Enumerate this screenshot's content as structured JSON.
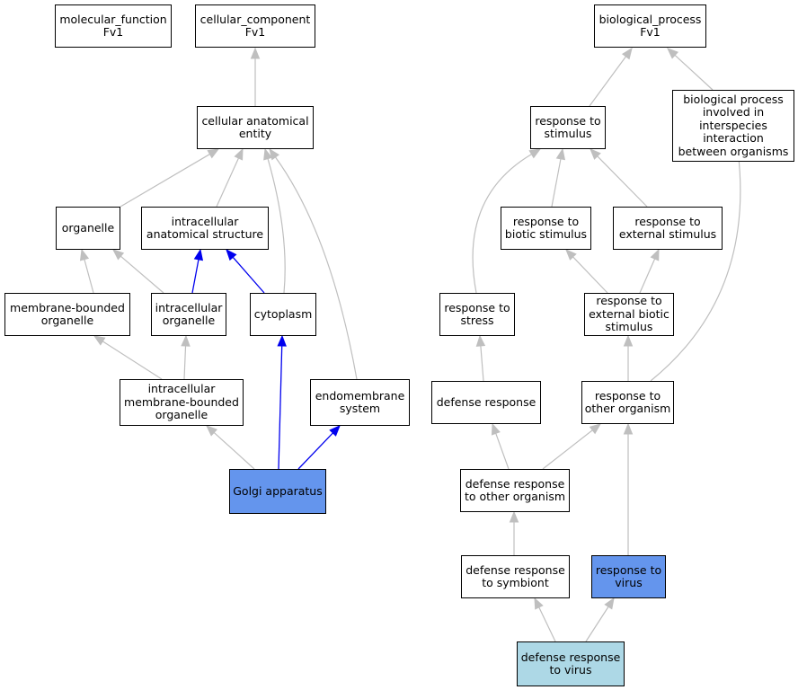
{
  "colors": {
    "edge_default": "#bfbfbf",
    "edge_highlight": "#0000ee",
    "node_default": "#ffffff",
    "node_selected": "#6495ed",
    "node_query": "#add8e6"
  },
  "nodes": {
    "mf": {
      "label": "molecular_function\nFv1"
    },
    "cc": {
      "label": "cellular_component\nFv1"
    },
    "bp": {
      "label": "biological_process\nFv1"
    },
    "cae": {
      "label": "cellular anatomical\nentity"
    },
    "org": {
      "label": "organelle"
    },
    "ias": {
      "label": "intracellular\nanatomical structure"
    },
    "mbo": {
      "label": "membrane-bounded\norganelle"
    },
    "io": {
      "label": "intracellular\norganelle"
    },
    "cyt": {
      "label": "cytoplasm"
    },
    "imbo": {
      "label": "intracellular\nmembrane-bounded\norganelle"
    },
    "ems": {
      "label": "endomembrane\nsystem"
    },
    "golgi": {
      "label": "Golgi apparatus",
      "fill": "selected"
    },
    "rts": {
      "label": "response to\nstimulus"
    },
    "bpii": {
      "label": "biological process\ninvolved in\ninterspecies\ninteraction\nbetween organisms"
    },
    "rtbs": {
      "label": "response to\nbiotic stimulus"
    },
    "rtes": {
      "label": "response to\nexternal stimulus"
    },
    "rtst": {
      "label": "response to\nstress"
    },
    "rtebs": {
      "label": "response to\nexternal biotic\nstimulus"
    },
    "dr": {
      "label": "defense response"
    },
    "rtoo": {
      "label": "response to\nother organism"
    },
    "drtoo": {
      "label": "defense response\nto other organism"
    },
    "drts": {
      "label": "defense response\nto symbiont"
    },
    "rtv": {
      "label": "response to\nvirus",
      "fill": "selected"
    },
    "drtv": {
      "label": "defense response\nto virus",
      "fill": "query"
    }
  },
  "edges": [
    {
      "from": "cae",
      "to": "cc",
      "kind": "default"
    },
    {
      "from": "org",
      "to": "cae",
      "kind": "default"
    },
    {
      "from": "ias",
      "to": "cae",
      "kind": "default"
    },
    {
      "from": "cyt",
      "to": "cae",
      "kind": "default"
    },
    {
      "from": "ems",
      "to": "cae",
      "kind": "default"
    },
    {
      "from": "mbo",
      "to": "org",
      "kind": "default"
    },
    {
      "from": "io",
      "to": "org",
      "kind": "default"
    },
    {
      "from": "io",
      "to": "ias",
      "kind": "highlight"
    },
    {
      "from": "cyt",
      "to": "ias",
      "kind": "highlight"
    },
    {
      "from": "imbo",
      "to": "mbo",
      "kind": "default"
    },
    {
      "from": "imbo",
      "to": "io",
      "kind": "default"
    },
    {
      "from": "golgi",
      "to": "imbo",
      "kind": "default"
    },
    {
      "from": "golgi",
      "to": "cyt",
      "kind": "highlight"
    },
    {
      "from": "golgi",
      "to": "ems",
      "kind": "highlight"
    },
    {
      "from": "rts",
      "to": "bp",
      "kind": "default"
    },
    {
      "from": "bpii",
      "to": "bp",
      "kind": "default"
    },
    {
      "from": "rtbs",
      "to": "rts",
      "kind": "default"
    },
    {
      "from": "rtes",
      "to": "rts",
      "kind": "default"
    },
    {
      "from": "rtst",
      "to": "rts",
      "kind": "default"
    },
    {
      "from": "rtebs",
      "to": "rtbs",
      "kind": "default"
    },
    {
      "from": "rtebs",
      "to": "rtes",
      "kind": "default"
    },
    {
      "from": "dr",
      "to": "rtst",
      "kind": "default"
    },
    {
      "from": "rtoo",
      "to": "rtebs",
      "kind": "default"
    },
    {
      "from": "rtoo",
      "to": "bpii",
      "kind": "default"
    },
    {
      "from": "drtoo",
      "to": "dr",
      "kind": "default"
    },
    {
      "from": "drtoo",
      "to": "rtoo",
      "kind": "default"
    },
    {
      "from": "drts",
      "to": "drtoo",
      "kind": "default"
    },
    {
      "from": "rtv",
      "to": "rtoo",
      "kind": "default"
    },
    {
      "from": "drtv",
      "to": "drts",
      "kind": "default"
    },
    {
      "from": "drtv",
      "to": "rtv",
      "kind": "default"
    }
  ]
}
